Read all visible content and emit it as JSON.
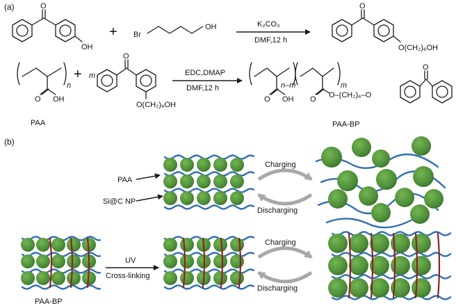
{
  "panel_a": {
    "label": "(a)",
    "reaction1": {
      "reactant2_br": "Br",
      "reactant2_oh": "OH",
      "reactant1_oh": "OH",
      "plus": "+",
      "reagent_top": "K₂CO₃",
      "reagent_bottom": "DMF,12 h",
      "product_sub": "O(CH₂)₆OH"
    },
    "reaction2": {
      "paa_sub_n": "n",
      "paa_oh": "OH",
      "paa_o": "O",
      "plus": "+",
      "m": "m",
      "bp_sub": "O(CH₂)₆OH",
      "reagent_top": "EDC,DMAP",
      "reagent_bottom": "DMF,12 h",
      "prod_n_m": "n–m",
      "prod_m": "m",
      "prod_oh": "OH",
      "prod_ester": "O–(CH₂)₆–O",
      "paa_label": "PAA",
      "paa_bp_label": "PAA-BP"
    }
  },
  "panel_b": {
    "label": "(b)",
    "paa_label": "PAA",
    "sic_label": "Si@C NP",
    "charging_1": "Charging",
    "discharging_1": "Discharging",
    "uv_label": "UV",
    "crosslink_label": "Cross-linking",
    "paa_bp_label": "PAA-BP",
    "charging_2": "Charging",
    "discharging_2": "Discharging"
  },
  "colors": {
    "particle": "#4f8f3a",
    "particle_highlight": "#6fb04f",
    "chain": "#2f6fb3",
    "crosslink": "#8b2323",
    "cycle_arrow": "#a8a8a8"
  }
}
